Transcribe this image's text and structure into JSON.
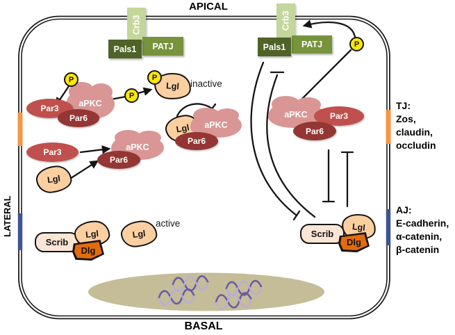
{
  "regions": {
    "apical": "APICAL",
    "basal": "BASAL",
    "lateral": "LATERAL"
  },
  "proteins": {
    "crb3": "Crb3",
    "pals1": "Pals1",
    "patj": "PATJ",
    "par3": "Par3",
    "par6": "Par6",
    "apkc": "aPKC",
    "lgl": "Lgl",
    "scrib": "Scrib",
    "dlg": "Dlg",
    "phospho": "P"
  },
  "states": {
    "inactive": "inactive",
    "active": "active"
  },
  "junctions": {
    "tight_junction": {
      "title": "TJ:",
      "components": [
        "Zos,",
        "claudin,",
        "occludin"
      ]
    },
    "adherens_junction": {
      "title": "AJ:",
      "components": [
        "E-cadherin,",
        "α-catenin,",
        "β-catenin"
      ]
    }
  },
  "colors": {
    "crb3": "#c3d69b",
    "pals1": "#4f6228",
    "patj": "#77933c",
    "par3": "#c0504d",
    "par6": "#943634",
    "apkc": "#d99694",
    "lgl": "#fbcfa0",
    "scrib": "#fbe5d5",
    "dlg": "#e36c0a",
    "phospho": "#ffe800",
    "tj_marker": "#f79646",
    "aj_marker": "#3e5491",
    "nucleus": "#c5bd98",
    "dna": "#6a5aa8",
    "membrane": "#1b1b1b"
  }
}
